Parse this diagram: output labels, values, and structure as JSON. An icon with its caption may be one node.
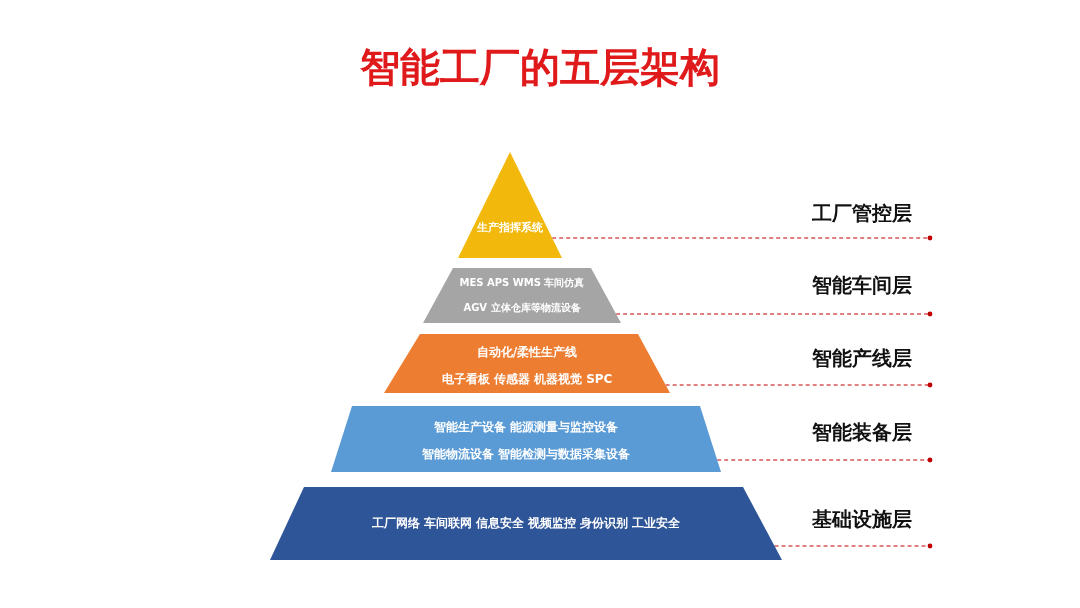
{
  "diagram": {
    "title": "智能工厂的五层架构",
    "nodes": [
      {
        "text": [
          "生产指挥系统"
        ]
      },
      {
        "text": [
          "MES APS WMS 车间仿真",
          "AGV 立体仓库等物流设备"
        ]
      },
      {
        "text": [
          "自动化/柔性生产线",
          "电子看板 传感器 机器视觉 SPC"
        ]
      },
      {
        "text": [
          "智能生产设备 能源测量与监控设备",
          "智能物流设备 智能检测与数据采集设备"
        ]
      },
      {
        "text": [
          "工厂网络 车间联网 信息安全 视频监控 身份识别 工业安全"
        ]
      },
      {
        "text": [
          "工厂管控层"
        ]
      },
      {
        "text": [
          "智能车间层"
        ]
      },
      {
        "text": [
          "智能产线层"
        ]
      },
      {
        "text": [
          "智能装备层"
        ]
      },
      {
        "text": [
          "基础设施层"
        ]
      }
    ],
    "edges": [
      {
        "from": 0,
        "to": 5,
        "arrow": "other"
      },
      {
        "from": 1,
        "to": 6,
        "arrow": "other"
      },
      {
        "from": 2,
        "to": 7,
        "arrow": "other"
      },
      {
        "from": 3,
        "to": 8,
        "arrow": "other"
      },
      {
        "from": 4,
        "to": 9,
        "arrow": "other"
      }
    ]
  }
}
